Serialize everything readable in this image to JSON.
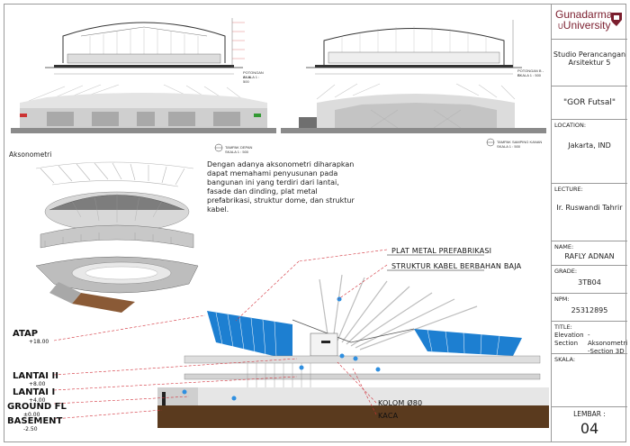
{
  "university": {
    "line1": "Gunadarma",
    "line2": "University",
    "prefix": "U"
  },
  "studio": {
    "line1": "Studio Perancangan",
    "line2": "Arsitektur 5"
  },
  "project": {
    "title": "\"GOR Futsal\""
  },
  "location": {
    "label": "LOCATION:",
    "value": "Jakarta, IND"
  },
  "lecture": {
    "label": "LECTURE:",
    "value": "Ir. Ruswandi Tahrir"
  },
  "name": {
    "label": "NAME:",
    "value": "RAFLY ADNAN"
  },
  "grade": {
    "label": "GRADE:",
    "value": "3TB04"
  },
  "npm": {
    "label": "NPM:",
    "value": "25312895"
  },
  "title": {
    "label": "TITLE:",
    "col1_line1": "Elevation",
    "col1_line2": "Section",
    "col2_line1": "-Aksonometri",
    "col2_line2": "-Section 3D"
  },
  "skala": {
    "label": "SKALA:"
  },
  "lembar": {
    "label": "LEMBAR :",
    "value": "04"
  },
  "drawings": {
    "section_a_label": "POTONGAN A - A",
    "section_a_scale": "SKALA 1 : 500",
    "section_b_label": "POTONGAN B - B",
    "section_b_scale": "SKALA 1 : 500",
    "view_front_label": "TAMPAK DEPAN",
    "view_front_scale": "SKALA 1 : 500",
    "view_side_label": "TAMPAK SAMPING KANAN",
    "view_side_scale": "SKALA 1 : 500"
  },
  "axonometry": {
    "heading": "Aksonometri",
    "description": "Dengan adanya aksonometri diharapkan dapat memahami penyusunan pada bangunan ini yang terdiri dari lantai, fasade dan dinding, plat metal prefabrikasi, struktur dome, dan struktur kabel."
  },
  "section3d": {
    "callout_plate": "PLAT METAL PREFABRIKASI",
    "callout_cable": "STRUKTUR KABEL BERBAHAN BAJA",
    "callout_column": "KOLOM Ø80",
    "callout_glass": "KACA",
    "levels": [
      {
        "name": "ATAP",
        "value": "+18.00"
      },
      {
        "name": "LANTAI II",
        "value": "+8.00"
      },
      {
        "name": "LANTAI I",
        "value": "+4.00"
      },
      {
        "name": "GROUND FL",
        "value": "±0.00"
      },
      {
        "name": "BASEMENT",
        "value": "-2.50"
      }
    ]
  },
  "colors": {
    "frame": "#9a9a9a",
    "accent_blue": "#1d7fd1",
    "leader_red": "#d2303a",
    "brand": "#7b1e2e",
    "ground": "#5a3a1e"
  }
}
